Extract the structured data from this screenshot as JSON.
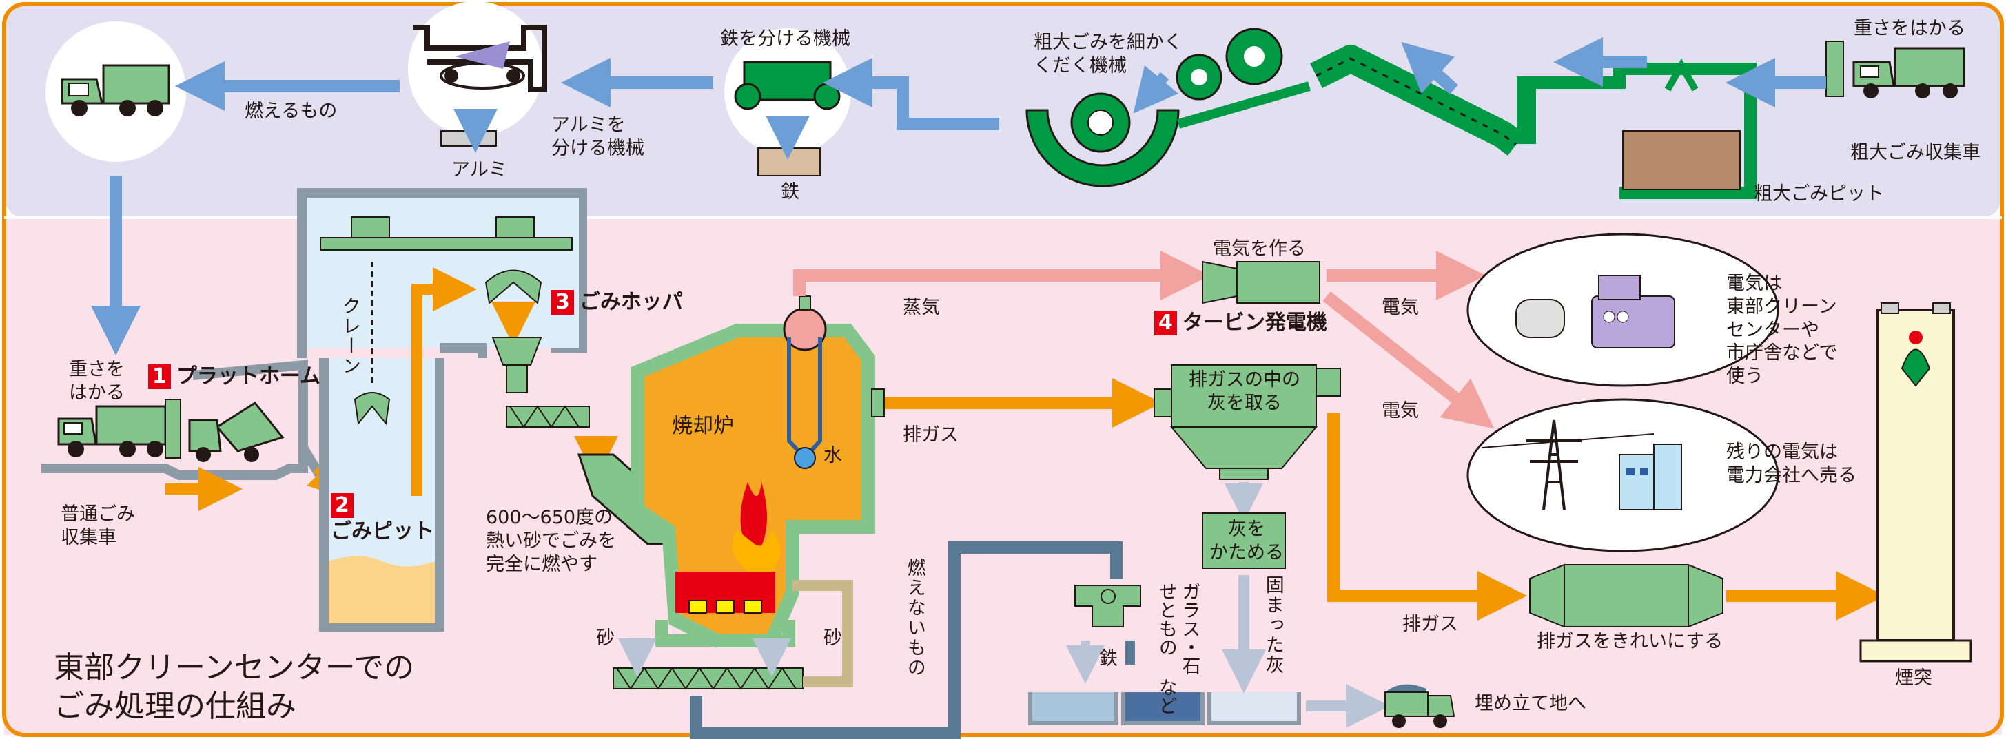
{
  "title": {
    "line1": "東部クリーンセンターでの",
    "line2": "ごみ処理の仕組み"
  },
  "stations": {
    "platform": {
      "number": "1",
      "label": "プラットホーム"
    },
    "pit": {
      "number": "2",
      "label": "ごみピット"
    },
    "hopper": {
      "number": "3",
      "label": "ごみホッパ"
    },
    "turbine": {
      "number": "4",
      "label": "タービン発電機"
    }
  },
  "labels": {
    "weigh_left": "重さを\nはかる",
    "normal_truck": "普通ごみ\n収集車",
    "crane": "クレーン",
    "incinerator": "焼却炉",
    "water": "水",
    "sand_text": "600〜650度の\n熱い砂でごみを\n完全に燃やす",
    "sand_left": "砂",
    "sand_right": "砂",
    "non_burnable": "燃えないもの",
    "iron_bottom": "鉄",
    "glass_stone": "ガラス・石\nせともの など",
    "solid_ash": "固まった灰",
    "landfill": "埋め立て地へ",
    "steam": "蒸気",
    "make_electricity": "電気を作る",
    "exhaust_gas_1": "排ガス",
    "exhaust_gas_2": "排ガス",
    "ash_removal": "排ガスの中の\n灰を取る",
    "harden_ash": "灰を\nかためる",
    "electricity_1": "電気",
    "electricity_2": "電気",
    "use_electricity": "電気は\n東部クリーン\nセンターや\n市庁舎などで\n使う",
    "sell_electricity": "残りの電気は\n電力会社へ売る",
    "clean_gas": "排ガスをきれいにする",
    "chimney": "煙突",
    "weigh_top": "重さをはかる",
    "bulky_truck": "粗大ごみ収集車",
    "bulky_pit": "粗大ごみピット",
    "crusher": "粗大ごみを細かく\nくだく機械",
    "iron_separator": "鉄を分ける機械",
    "iron_top": "鉄",
    "aluminum_separator": "アルミを\n分ける機械",
    "aluminum": "アルミ",
    "burnables": "燃えるもの"
  },
  "colors": {
    "top_band": "#e2dff0",
    "bottom_band": "#fbe2ea",
    "border": "#f08c00",
    "machine_green": "#83c58a",
    "dark_green": "#009a44",
    "arrow_blue": "#6d9fd6",
    "arrow_orange": "#f39800",
    "arrow_pink": "#f2a3a0",
    "furnace": "#f5a623",
    "flame": "#e60012"
  }
}
